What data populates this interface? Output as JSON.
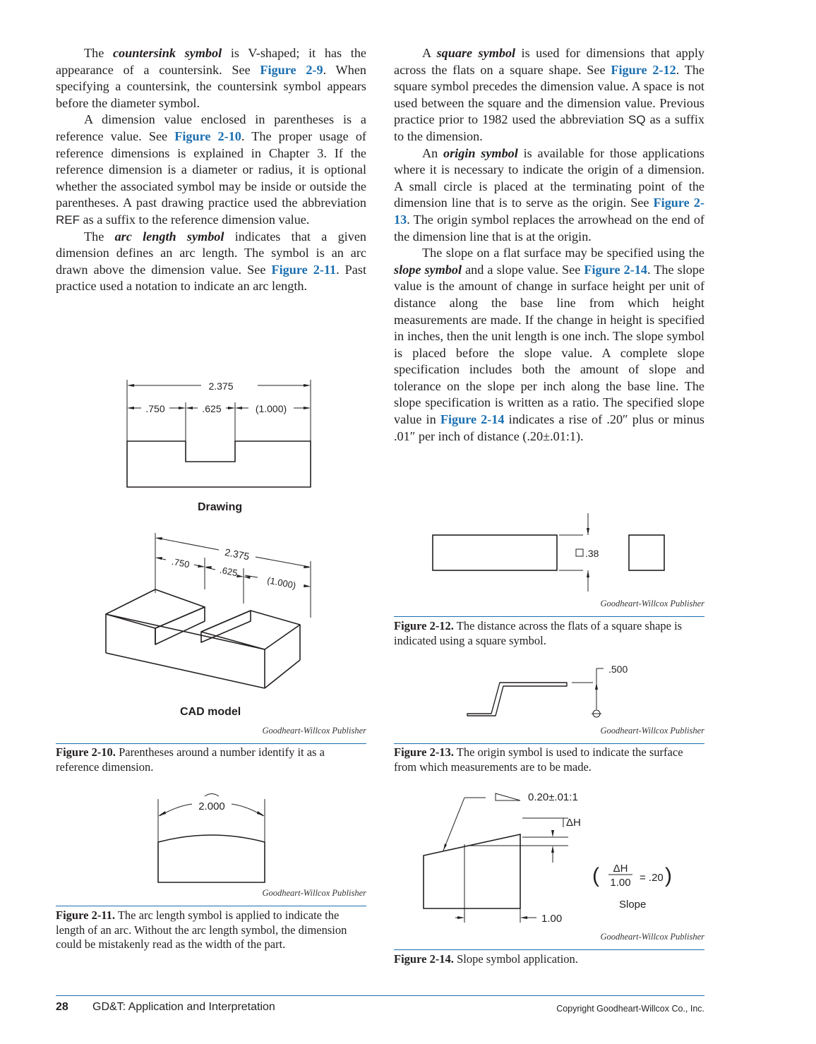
{
  "left_column": {
    "p1": {
      "a": "The ",
      "term": "countersink symbol",
      "b": " is V-shaped; it has the appearance of a countersink. See ",
      "ref": "Figure 2-9",
      "c": ". When specifying a countersink, the countersink symbol appears before the diameter symbol."
    },
    "p2": {
      "a": "A dimension value enclosed in parentheses is a reference value. See ",
      "ref": "Figure 2-10",
      "b": ". The proper usage of reference dimensions is explained in Chapter 3. If the reference dimension is a diameter or radius, it is optional whether the associated symbol may be inside or outside the parentheses. A past drawing practice used the abbreviation ",
      "abbr": "REF",
      "c": " as a suffix to the reference dimension value."
    },
    "p3": {
      "a": "The ",
      "term": "arc length symbol",
      "b": " indicates that a given dimension defines an arc length. The symbol is an arc drawn above the dimension value. See ",
      "ref": "Figure 2-11",
      "c": ". Past practice used a notation to indicate an arc length."
    }
  },
  "right_column": {
    "p1": {
      "a": "A ",
      "term": "square symbol",
      "b": " is used for dimensions that apply across the flats on a square shape. See ",
      "ref": "Figure 2-12",
      "c": ". The square symbol precedes the dimension value. A space is not used between the square and the dimension value. Previous practice prior to 1982 used the abbreviation ",
      "abbr": "SQ",
      "d": " as a suffix to the dimension."
    },
    "p2": {
      "a": "An ",
      "term": "origin symbol",
      "b": " is available for those applications where it is necessary to indicate the origin of a dimension. A small circle is placed at the terminating point of the dimension line that is to serve as the origin. See ",
      "ref": "Figure 2-13",
      "c": ". The origin symbol replaces the arrowhead on the end of the dimension line that is at the origin."
    },
    "p3": {
      "a": "The slope on a flat surface may be specified using the ",
      "term": "slope symbol",
      "b": " and a slope value. See ",
      "ref": "Figure 2-14",
      "c": ". The slope value is the amount of change in surface height per unit of distance along the base line from which height measurements are made. If the change in height is specified in inches, then the unit length is one inch. The slope symbol is placed before the slope value. A complete slope specification includes both the amount of slope and tolerance on the slope per inch along the base line. The slope specification is written as a ratio. The specified slope value in ",
      "ref2": "Figure 2-14",
      "d": " indicates a rise of .20″ plus or minus .01″ per inch of distance (.20±.01:1)."
    }
  },
  "fig_2_10": {
    "drawing": {
      "overall": "2.375",
      "dim1": ".750",
      "dim2": ".625",
      "dim3": "(1.000)",
      "label": "Drawing"
    },
    "model": {
      "overall": "2.375",
      "dim1": ".750",
      "dim2": ".625",
      "dim3": "(1.000)",
      "label": "CAD model"
    },
    "credit": "Goodheart-Willcox Publisher",
    "caption_num": "Figure 2-10.",
    "caption_text": " Parentheses around a number identify it as a reference dimension."
  },
  "fig_2_11": {
    "value": "2.000",
    "credit": "Goodheart-Willcox Publisher",
    "caption_num": "Figure 2-11.",
    "caption_text": " The arc length symbol is applied to indicate the length of an arc. Without the arc length symbol, the dimension could be mistakenly read as the width of the part."
  },
  "fig_2_12": {
    "value": ".38",
    "credit": "Goodheart-Willcox Publisher",
    "caption_num": "Figure 2-12.",
    "caption_text": " The distance across the flats of a square shape is indicated using a square symbol."
  },
  "fig_2_13": {
    "value": ".500",
    "credit": "Goodheart-Willcox Publisher",
    "caption_num": "Figure 2-13.",
    "caption_text": " The origin symbol is used to indicate the surface from which measurements are to be made."
  },
  "fig_2_14": {
    "slope_value": "0.20±.01:1",
    "delta_h": "ΔH",
    "base": "1.00",
    "fraction_num": "ΔH",
    "fraction_den": "1.00",
    "equals": "= .20",
    "slope_label": "Slope",
    "credit": "Goodheart-Willcox Publisher",
    "caption_num": "Figure 2-14.",
    "caption_text": " Slope symbol application."
  },
  "footer": {
    "page_number": "28",
    "book_title": "GD&T: Application and Interpretation",
    "copyright": "Copyright Goodheart-Willcox Co., Inc."
  }
}
